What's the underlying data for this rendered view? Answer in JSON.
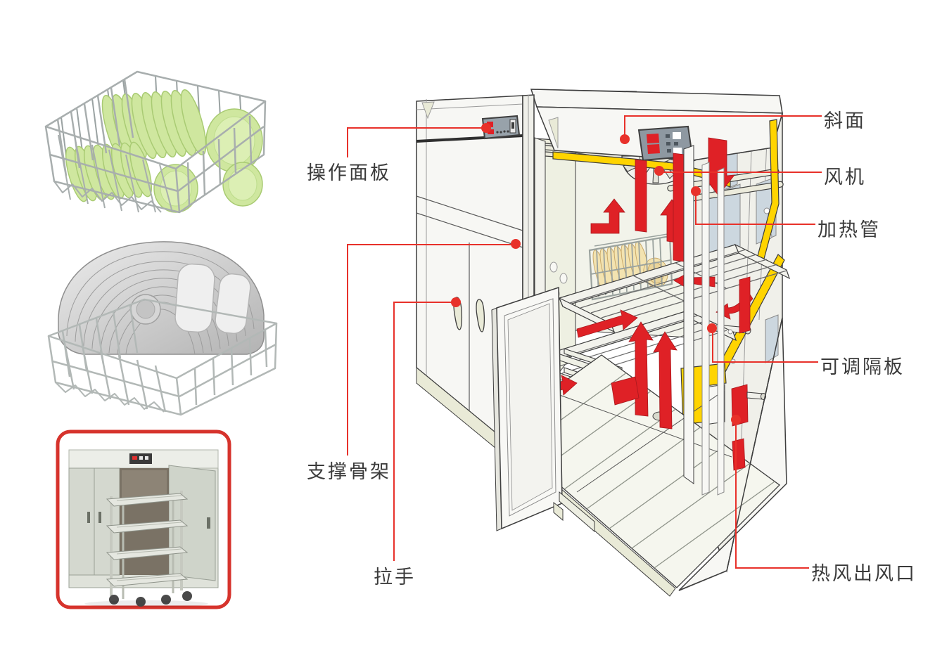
{
  "page": {
    "background": "#ffffff",
    "description": "Cutaway diagram of a commercial hot-air dish drying cabinet with labeled parts and three product photos"
  },
  "colors": {
    "leader_red": "#e8312a",
    "machine_red": "#df2126",
    "duct_yellow": "#ffd400",
    "photo_frame_red": "#d6332c",
    "label_text": "#3b3b3b",
    "plate_green": "#cfe79f",
    "plate_cream": "#f3e3b0"
  },
  "photos": [
    {
      "id": "basket-green-plates",
      "description": "wire basket loaded with green plates and bowls"
    },
    {
      "id": "basket-steel-trays",
      "description": "wire basket loaded with stacked stainless steel trays"
    },
    {
      "id": "cabinet-photo",
      "description": "stainless steel drying cabinet with four-shelf trolley",
      "border_color": "#d6332c"
    }
  ],
  "diagram": {
    "labels": [
      {
        "id": "control-panel",
        "text": "操作面板",
        "side": "left"
      },
      {
        "id": "support-frame",
        "text": "支撑骨架",
        "side": "left"
      },
      {
        "id": "handle",
        "text": "拉手",
        "side": "left"
      },
      {
        "id": "slope",
        "text": "斜面",
        "side": "right"
      },
      {
        "id": "fan",
        "text": "风机",
        "side": "right"
      },
      {
        "id": "heating-tube",
        "text": "加热管",
        "side": "right"
      },
      {
        "id": "adjustable-shelf",
        "text": "可调隔板",
        "side": "right"
      },
      {
        "id": "hot-air-outlet",
        "text": "热风出风口",
        "side": "right"
      }
    ]
  }
}
